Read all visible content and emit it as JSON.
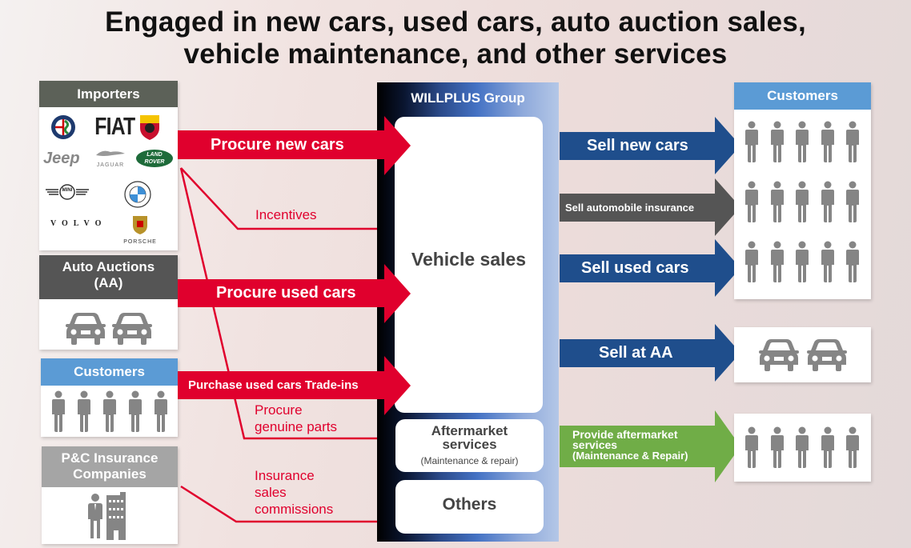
{
  "title": {
    "line1": "Engaged in new cars, used cars, auto auction sales,",
    "line2": "vehicle maintenance, and other services"
  },
  "suppliers": {
    "importers": {
      "label": "Importers",
      "brands": [
        "Alfa Romeo",
        "FIAT",
        "Abarth",
        "Jeep",
        "JAGUAR",
        "LAND ROVER",
        "MINI",
        "BMW",
        "VOLVO",
        "PORSCHE"
      ]
    },
    "auto_auctions": {
      "label_line1": "Auto Auctions",
      "label_line2": "(AA)"
    },
    "customers": {
      "label": "Customers"
    },
    "insurance": {
      "label_line1": "P&C Insurance",
      "label_line2": "Companies"
    }
  },
  "inbound_flows": {
    "procure_new_cars": "Procure new cars",
    "incentives": "Incentives",
    "procure_used_cars": "Procure used cars",
    "purchase_tradeins": "Purchase used cars Trade-ins",
    "procure_parts_line1": "Procure",
    "procure_parts_line2": "genuine parts",
    "insurance_comm_line1": "Insurance",
    "insurance_comm_line2": "sales",
    "insurance_comm_line3": "commissions"
  },
  "group": {
    "title": "WILLPLUS Group",
    "vehicle_sales": "Vehicle sales",
    "aftermarket_line1": "Aftermarket",
    "aftermarket_line2": "services",
    "aftermarket_sub": "(Maintenance & repair)",
    "others": "Others"
  },
  "outbound_flows": {
    "sell_new_cars": "Sell new cars",
    "sell_insurance": "Sell automobile insurance",
    "sell_used_cars": "Sell used cars",
    "sell_at_aa": "Sell at AA",
    "aftermarket_line1": "Provide aftermarket",
    "aftermarket_line2": "services",
    "aftermarket_line3": "(Maintenance & Repair)"
  },
  "destinations": {
    "customers_label": "Customers"
  },
  "colors": {
    "red_flow": "#e0002d",
    "blue_flow": "#1f4e8c",
    "gray_flow": "#555555",
    "green_flow": "#70ad47",
    "customers_header": "#5b9bd5",
    "icon_gray": "#808080"
  }
}
